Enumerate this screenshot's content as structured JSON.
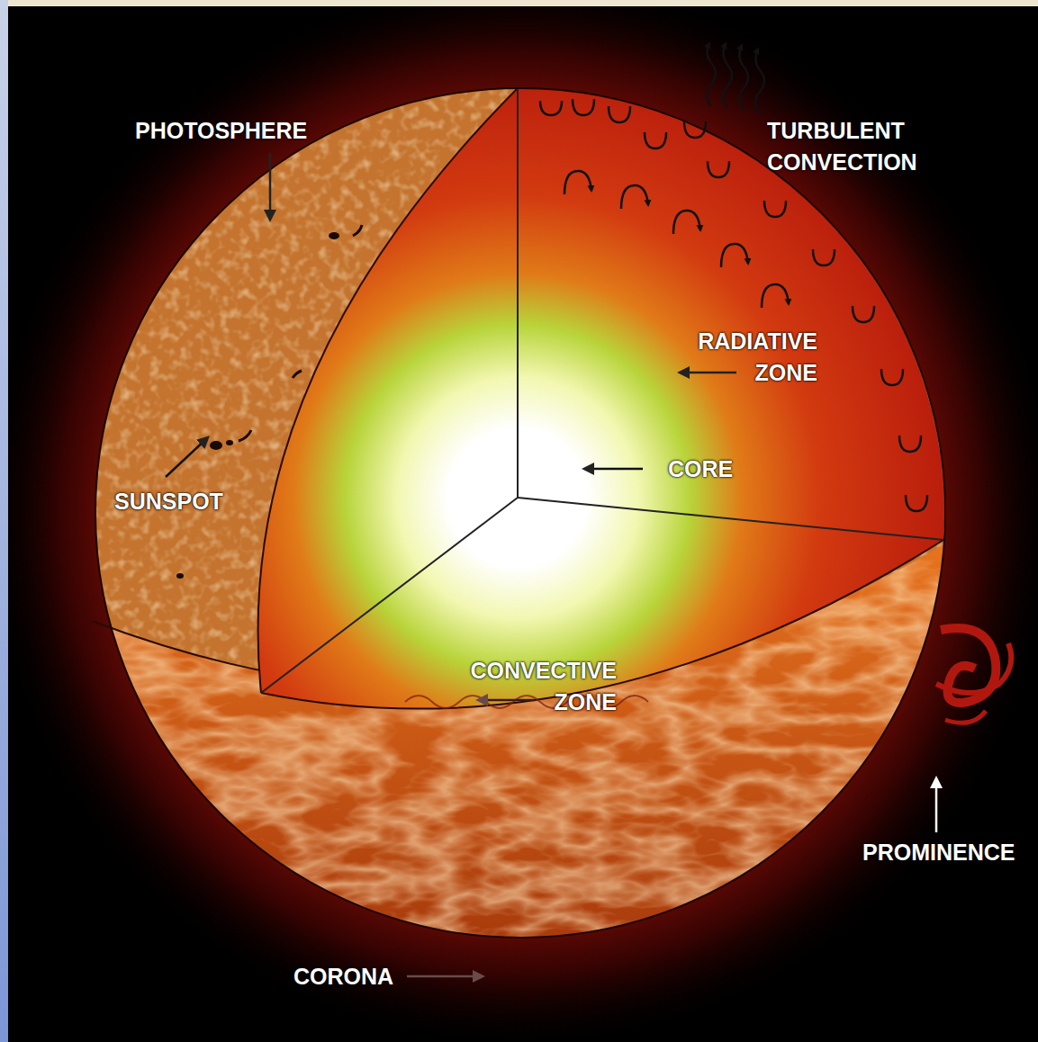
{
  "diagram": {
    "labels": [
      "PHOTOSPHERE",
      "TURBULENT CONVECTION",
      "RADIATIVE ZONE",
      "CORE",
      "SUNSPOT",
      "CONVECTIVE ZONE",
      "PROMINENCE",
      "CORONA"
    ]
  }
}
